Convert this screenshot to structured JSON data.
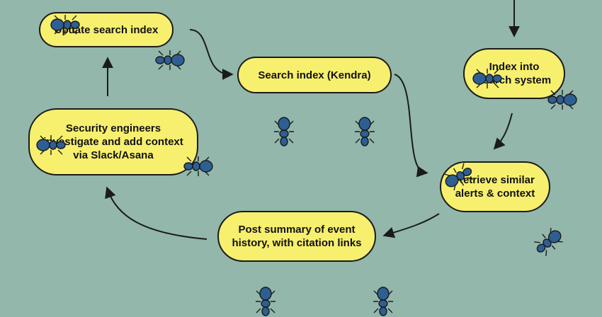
{
  "nodes": {
    "update_index": "Update search index",
    "search_index": "Search index (Kendra)",
    "index_into": "Index into\nsearch system",
    "security_engineers": "Security engineers\ninvestigate and add context\nvia Slack/Asana",
    "retrieve": "Retrieve similar\nalerts & context",
    "post_summary": "Post summary of event\nhistory, with citation links"
  },
  "colors": {
    "background": "#93b7aa",
    "node_fill": "#f7ef6e",
    "stroke": "#1b1b1b",
    "ant": "#2d5f93"
  },
  "icons": [
    "ant-icon",
    "arrow-icon"
  ]
}
